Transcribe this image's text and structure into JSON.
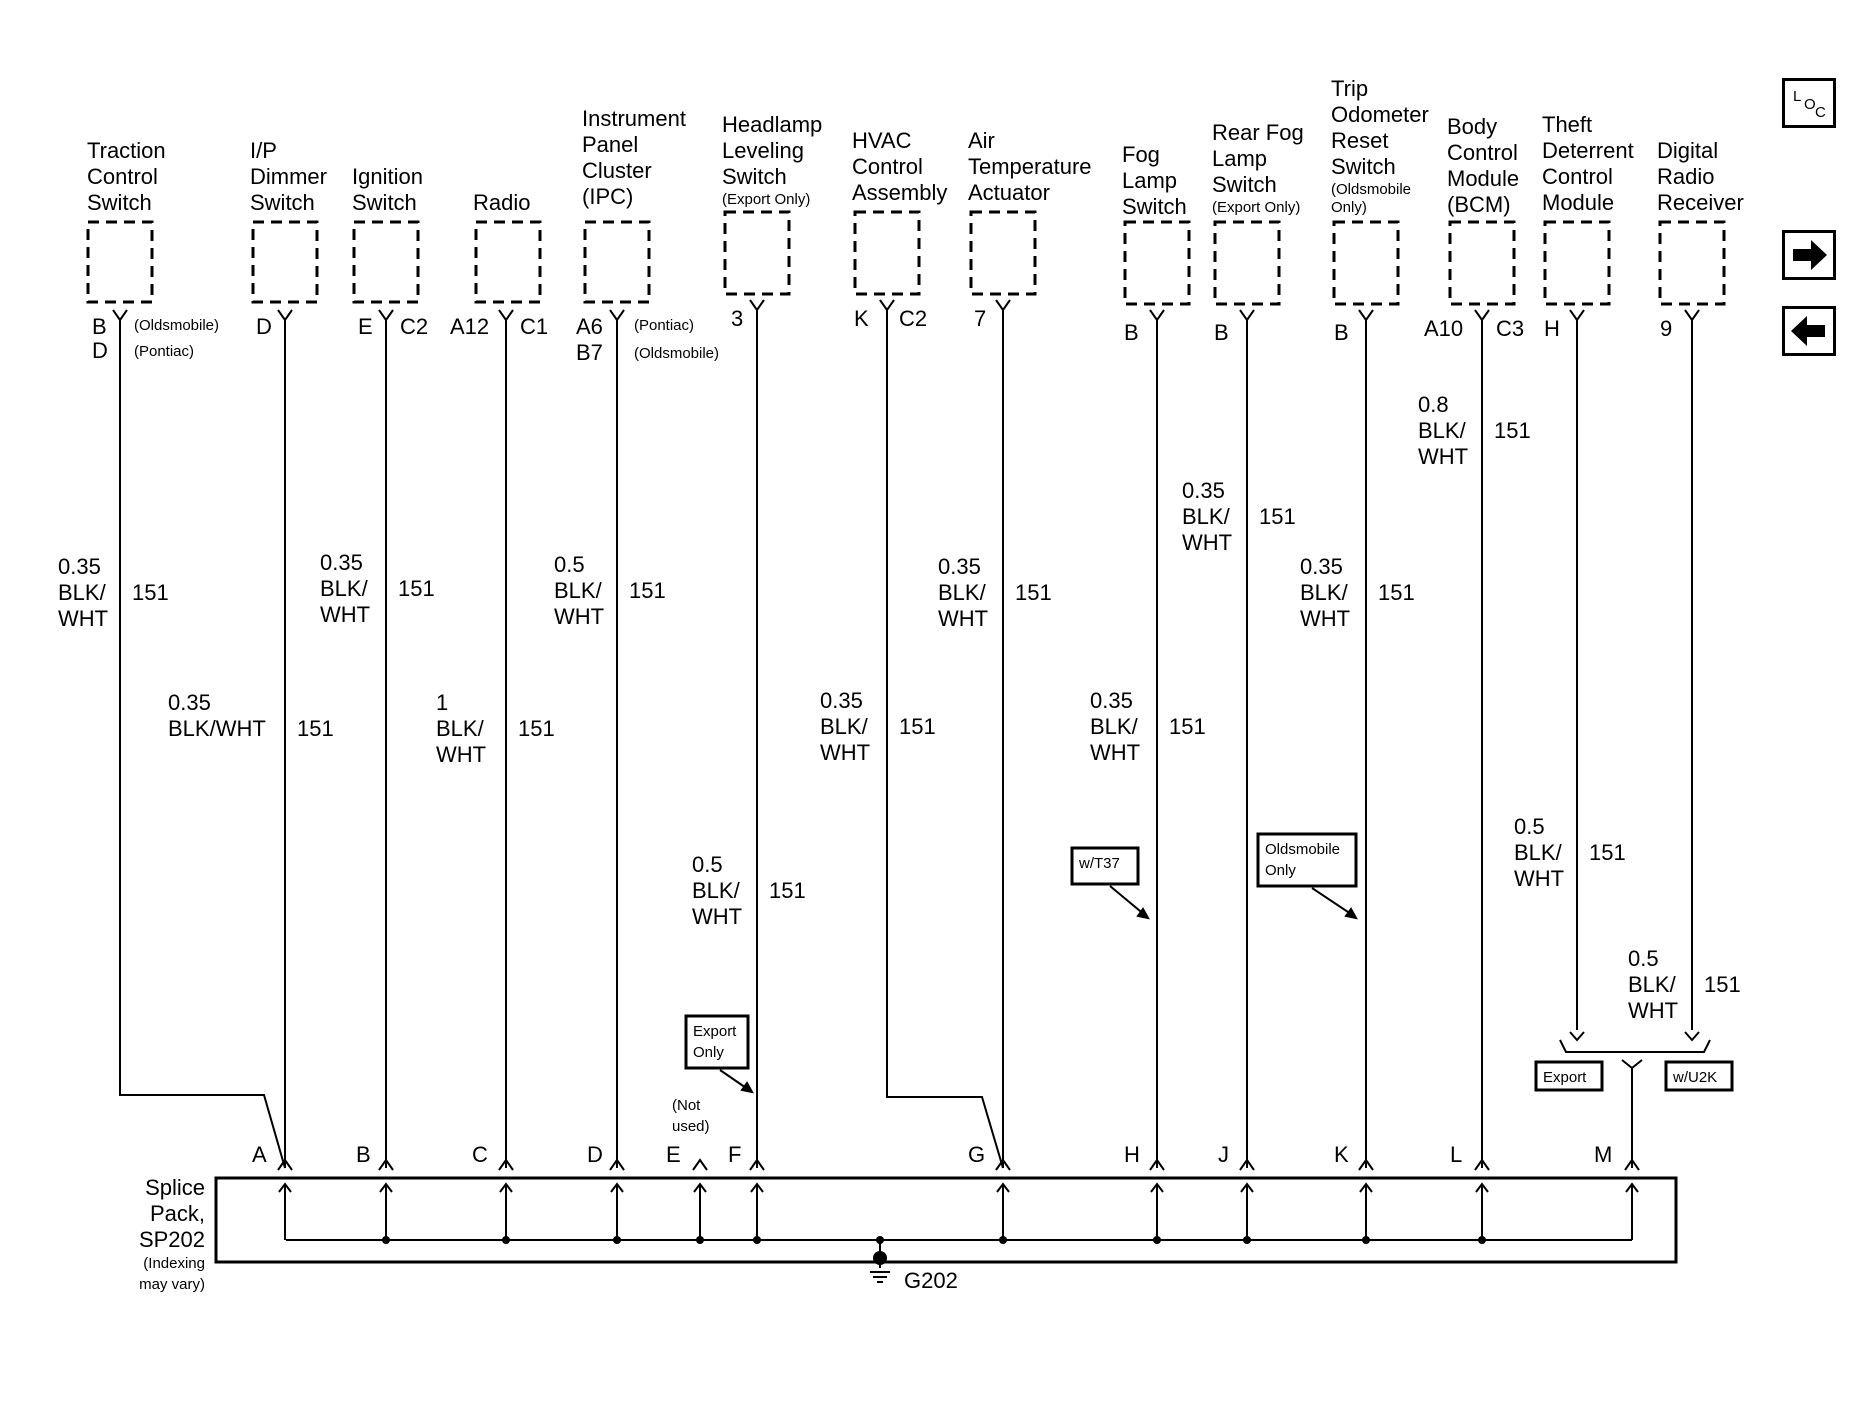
{
  "components": [
    {
      "id": "tcs",
      "lines": [
        "Traction",
        "Control",
        "Switch"
      ]
    },
    {
      "id": "ipdim",
      "lines": [
        "I/P",
        "Dimmer",
        "Switch"
      ]
    },
    {
      "id": "ign",
      "lines": [
        "Ignition",
        "Switch"
      ]
    },
    {
      "id": "radio",
      "lines": [
        "Radio"
      ]
    },
    {
      "id": "ipc",
      "lines": [
        "Instrument",
        "Panel",
        "Cluster",
        "(IPC)"
      ]
    },
    {
      "id": "hll",
      "lines": [
        "Headlamp",
        "Leveling",
        "Switch"
      ],
      "note": "(Export Only)"
    },
    {
      "id": "hvac",
      "lines": [
        "HVAC",
        "Control",
        "Assembly"
      ]
    },
    {
      "id": "ata",
      "lines": [
        "Air",
        "Temperature",
        "Actuator"
      ]
    },
    {
      "id": "fog",
      "lines": [
        "Fog",
        "Lamp",
        "Switch"
      ]
    },
    {
      "id": "rfog",
      "lines": [
        "Rear Fog",
        "Lamp",
        "Switch"
      ],
      "note": "(Export Only)"
    },
    {
      "id": "trip",
      "lines": [
        "Trip",
        "Odometer",
        "Reset",
        "Switch"
      ],
      "note": "(Oldsmobile Only)"
    },
    {
      "id": "bcm",
      "lines": [
        "Body",
        "Control",
        "Module",
        "(BCM)"
      ]
    },
    {
      "id": "tdcm",
      "lines": [
        "Theft",
        "Deterrent",
        "Control",
        "Module"
      ]
    },
    {
      "id": "drr",
      "lines": [
        "Digital",
        "Radio",
        "Receiver"
      ]
    }
  ],
  "pins": {
    "tcs": [
      "B",
      "D"
    ],
    "tcs_variants": [
      "(Oldsmobile)",
      "(Pontiac)"
    ],
    "ipdim": [
      "D"
    ],
    "ign": [
      "E",
      "C2"
    ],
    "radio": [
      "A12",
      "C1"
    ],
    "ipc": [
      "A6",
      "B7"
    ],
    "ipc_variants": [
      "(Pontiac)",
      "(Oldsmobile)"
    ],
    "hll": [
      "3"
    ],
    "hvac": [
      "K",
      "C2"
    ],
    "ata": [
      "7"
    ],
    "fog": [
      "B"
    ],
    "rfog": [
      "B"
    ],
    "trip": [
      "B"
    ],
    "bcm": [
      "A10",
      "C3"
    ],
    "tdcm": [
      "H"
    ],
    "drr": [
      "9"
    ]
  },
  "wires": {
    "tcs": [
      "0.35",
      "BLK/",
      "WHT",
      "151"
    ],
    "ipdim": [
      "0.35",
      "BLK/WHT",
      "151"
    ],
    "ign": [
      "0.35",
      "BLK/",
      "WHT",
      "151"
    ],
    "radio": [
      "1",
      "BLK/",
      "WHT",
      "151"
    ],
    "ipc": [
      "0.5",
      "BLK/",
      "WHT",
      "151"
    ],
    "hll": [
      "0.5",
      "BLK/",
      "WHT",
      "151"
    ],
    "hvac": [
      "0.35",
      "BLK/",
      "WHT",
      "151"
    ],
    "ata": [
      "0.35",
      "BLK/",
      "WHT",
      "151"
    ],
    "fog": [
      "0.35",
      "BLK/",
      "WHT",
      "151"
    ],
    "rfog": [
      "0.35",
      "BLK/",
      "WHT",
      "151"
    ],
    "trip": [
      "0.35",
      "BLK/",
      "WHT",
      "151"
    ],
    "bcm": [
      "0.8",
      "BLK/",
      "WHT",
      "151"
    ],
    "tdcm": [
      "0.5",
      "BLK/",
      "WHT",
      "151"
    ],
    "drr": [
      "0.5",
      "BLK/",
      "WHT",
      "151"
    ]
  },
  "options": {
    "export_only": [
      "Export",
      "Only"
    ],
    "w_t37": "w/T37",
    "oldsmobile_only": [
      "Oldsmobile",
      "Only"
    ],
    "export": "Export",
    "w_u2k": "w/U2K",
    "not_used": [
      "(Not",
      "used)"
    ]
  },
  "splice": {
    "title": [
      "Splice",
      "Pack,",
      "SP202"
    ],
    "note": [
      "(Indexing",
      "may vary)"
    ],
    "pins": [
      "A",
      "B",
      "C",
      "D",
      "E",
      "F",
      "G",
      "H",
      "J",
      "K",
      "L",
      "M"
    ],
    "ground": "G202"
  },
  "nav": {
    "loc_letters": [
      "L",
      "O",
      "C"
    ],
    "icons": [
      "loc-icon",
      "arrow-right-icon",
      "arrow-left-icon"
    ]
  }
}
